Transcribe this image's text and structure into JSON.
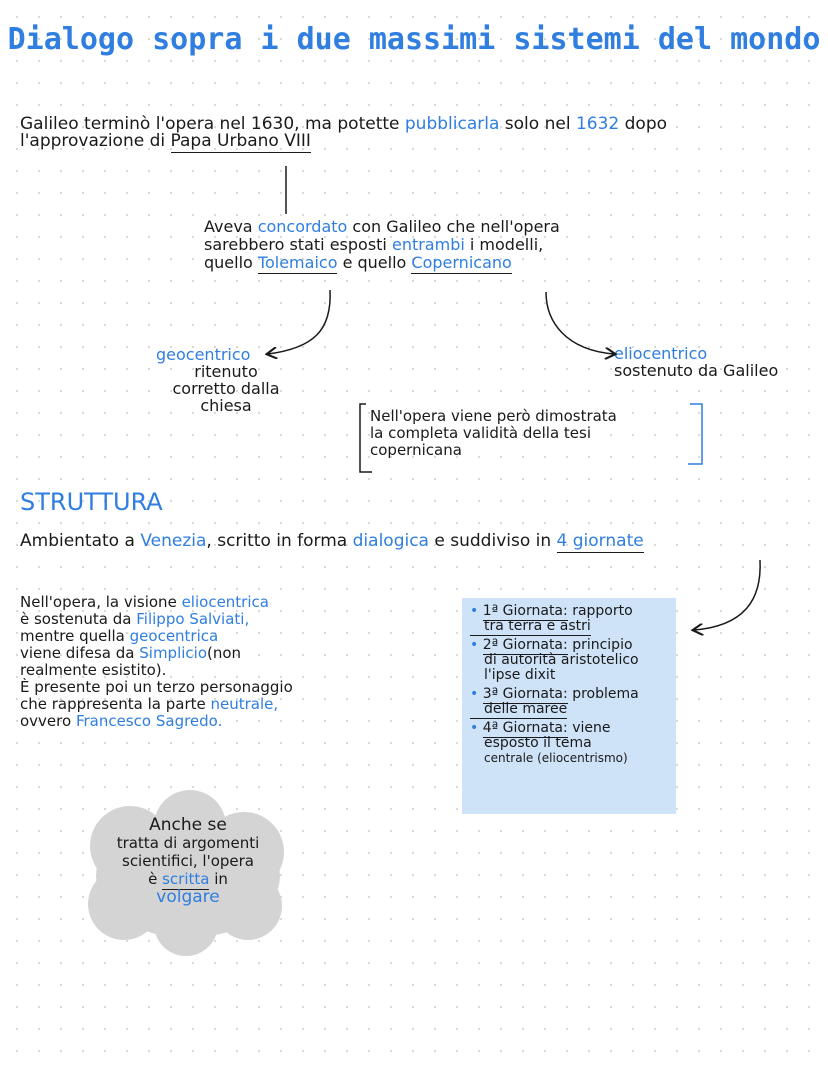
{
  "title": "Dialogo sopra i due massimi sistemi del mondo",
  "intro": {
    "l1_a": "Galileo terminò l'opera nel 1630, ma potette",
    "l1_b": "pubblicarla",
    "l1_c": "solo nel",
    "l1_d": "1632",
    "l1_e": "dopo",
    "l2_a": "l'approvazione di",
    "l2_b": "Papa Urbano VIII"
  },
  "agreement": {
    "l1_a": "Aveva",
    "l1_b": "concordato",
    "l1_c": "con Galileo che nell'opera",
    "l2_a": "sarebbero stati esposti",
    "l2_b": "entrambi",
    "l2_c": "i modelli,",
    "l3_a": "quello",
    "l3_b": "Tolemaico",
    "l3_c": "e quello",
    "l3_d": "Copernicano"
  },
  "geo": {
    "label": "geocentrico",
    "d1": "ritenuto",
    "d2": "corretto dalla",
    "d3": "chiesa"
  },
  "helio": {
    "label": "eliocentrico",
    "d1": "sostenuto da Galileo"
  },
  "proof": {
    "l1": "Nell'opera viene però dimostrata",
    "l2": "la completa validità della tesi",
    "l3": "copernicana"
  },
  "structure": {
    "heading": "STRUTTURA",
    "l_a": "Ambientato a",
    "l_b": "Venezia",
    "l_c": ", scritto in forma",
    "l_d": "dialogica",
    "l_e": "e suddiviso in",
    "l_f": "4 giornate"
  },
  "characters": {
    "l1_a": "Nell'opera, la visione",
    "l1_b": "eliocentrica",
    "l2_a": "è sostenuta da",
    "l2_b": "Filippo Salviati,",
    "l3_a": "mentre quella",
    "l3_b": "geocentrica",
    "l4_a": "viene difesa da",
    "l4_b": "Simplicio",
    "l4_c": "(non",
    "l5": "realmente esistito).",
    "l6": "È presente poi un terzo personaggio",
    "l7_a": "che rappresenta la parte",
    "l7_b": "neutrale,",
    "l8_a": "ovvero",
    "l8_b": "Francesco Sagredo."
  },
  "days": [
    {
      "head": "1ª Giornata:",
      "text1": "rapporto",
      "text2": "tra terra e astri",
      "text3": ""
    },
    {
      "head": "2ª Giornata:",
      "text1": "principio",
      "text2": "di autorità aristotelico",
      "text3": "l'ipse dixit"
    },
    {
      "head": "3ª Giornata:",
      "text1": "problema",
      "text2": "delle maree",
      "text3": ""
    },
    {
      "head": "4ª Giornata:",
      "text1": "viene",
      "text2": "esposto il tema",
      "text3": "centrale (eliocentrismo)"
    }
  ],
  "cloud": {
    "l1": "Anche se",
    "l2": "tratta di argomenti",
    "l3": "scientifici, l'opera",
    "l4_a": "è",
    "l4_b": "scritta",
    "l4_c": "in",
    "l5": "volgare"
  },
  "colors": {
    "accent": "#2f7ee0",
    "ink": "#1a1a1a",
    "highlight": "#cfe3f8",
    "cloud": "#d4d4d4"
  }
}
